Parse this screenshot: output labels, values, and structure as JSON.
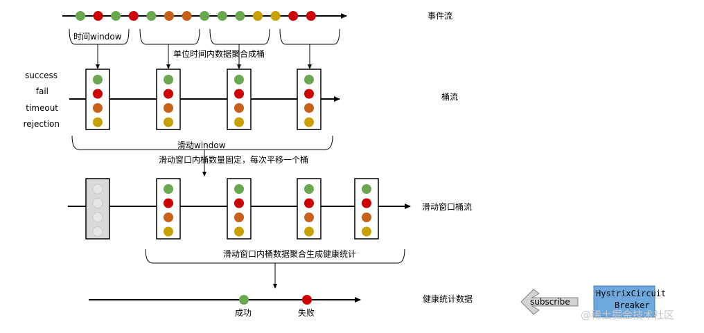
{
  "colors": {
    "green": "#6aa84f",
    "red": "#cc0000",
    "orange": "#c8611a",
    "yellow": "#c8a000",
    "grey": "#d9d9d9",
    "blue_box": "#6fa8dc"
  },
  "event_stream": {
    "label": "事件流",
    "dots": [
      "green",
      "red",
      "green",
      "red",
      "green",
      "orange",
      "orange",
      "green",
      "green",
      "green",
      "yellow",
      "yellow",
      "red",
      "red"
    ],
    "window_label": "时间window",
    "aggregate_label": "单位时间内数据聚合成桶"
  },
  "bucket_stream": {
    "label": "桶流",
    "row_labels": [
      "success",
      "fail",
      "timeout",
      "rejection"
    ],
    "window_label": "滑动window",
    "slide_note": "滑动窗口内桶数量固定，每次平移一个桶"
  },
  "sliding_window_stream": {
    "label": "滑动窗口桶流",
    "aggregate_label": "滑动窗口内桶数据聚合生成健康统计"
  },
  "health_stream": {
    "label": "健康统计数据",
    "success_label": "成功",
    "fail_label": "失败"
  },
  "hystrix": {
    "box_label_1": "HystrixCircuit",
    "box_label_2": "Breaker",
    "arrow_label": "subscribe"
  },
  "watermark": "@稀土掘金技术社区"
}
